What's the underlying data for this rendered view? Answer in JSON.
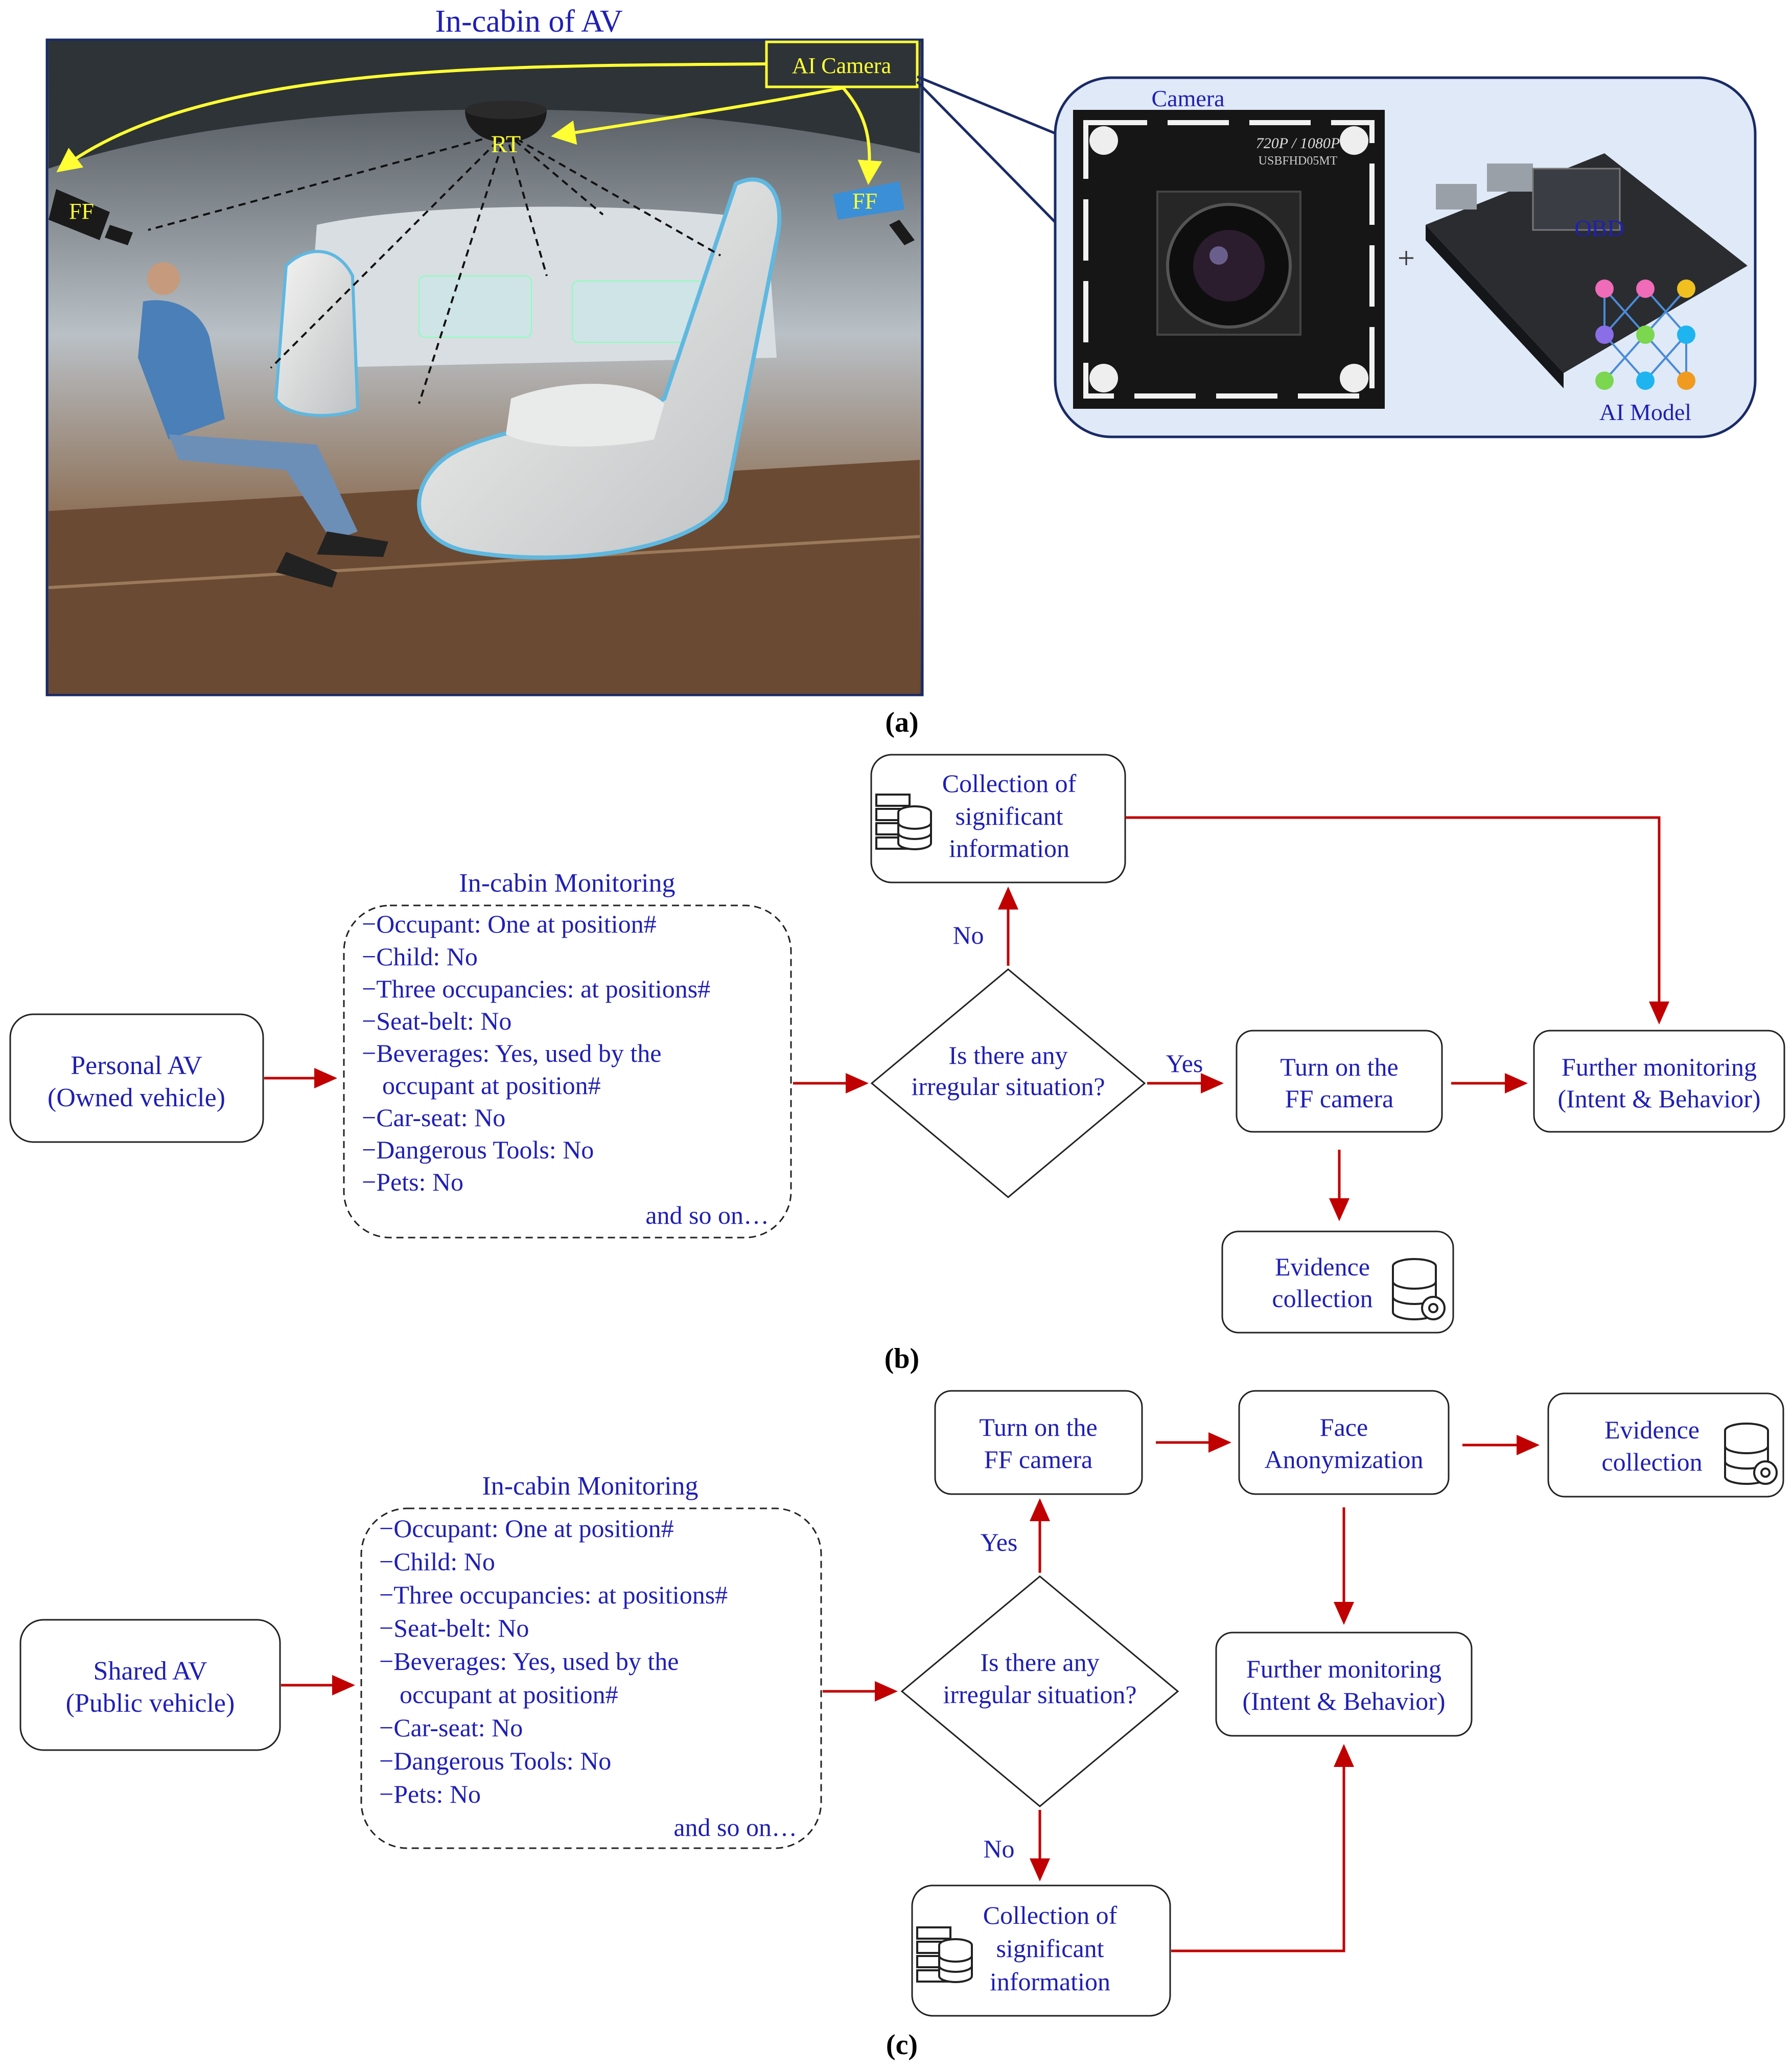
{
  "panel_a": {
    "title": "In-cabin of AV",
    "callout_label": "AI Camera",
    "ff_left": "FF",
    "rt": "RT",
    "ff_right": "FF",
    "camera_label": "Camera",
    "board_label": "OBD",
    "plus": "+",
    "ai_model_label": "AI Model",
    "board_text_1": "720P / 1080P",
    "board_text_2": "USBFHD05MT",
    "caption": "(a)"
  },
  "panel_b": {
    "start": [
      "Personal AV",
      "(Owned vehicle)"
    ],
    "monitor_title": "In-cabin Monitoring",
    "items": [
      "−Occupant: One at position#",
      "−Child: No",
      "−Three occupancies: at positions#",
      "−Seat-belt: No",
      "−Beverages: Yes, used by the",
      "occupant at position#",
      "−Car-seat: No",
      "−Dangerous Tools: No",
      "−Pets: No",
      "and so on…"
    ],
    "decision": [
      "Is there any",
      "irregular situation?"
    ],
    "yes": "Yes",
    "no": "No",
    "collection": [
      "Collection of",
      "significant",
      "information"
    ],
    "turn_on": [
      "Turn on the",
      "FF camera"
    ],
    "further": [
      "Further monitoring",
      "(Intent & Behavior)"
    ],
    "evidence": [
      "Evidence",
      "collection"
    ],
    "caption": "(b)"
  },
  "panel_c": {
    "start": [
      "Shared AV",
      "(Public vehicle)"
    ],
    "monitor_title": "In-cabin Monitoring",
    "items": [
      "−Occupant: One at position#",
      "−Child: No",
      "−Three occupancies: at positions#",
      "−Seat-belt: No",
      "−Beverages: Yes, used by the",
      "occupant at position#",
      "−Car-seat: No",
      "−Dangerous Tools: No",
      "−Pets: No",
      "and so on…"
    ],
    "decision": [
      "Is there any",
      "irregular situation?"
    ],
    "yes": "Yes",
    "no": "No",
    "turn_on": [
      "Turn on the",
      "FF camera"
    ],
    "face": [
      "Face",
      "Anonymization"
    ],
    "evidence": [
      "Evidence",
      "collection"
    ],
    "further": [
      "Further monitoring",
      "(Intent & Behavior)"
    ],
    "collection": [
      "Collection of",
      "significant",
      "information"
    ],
    "caption": "(c)"
  },
  "colors": {
    "text": "#1f1fb4",
    "arrow": "#c00000",
    "callout": "#ffff33",
    "panel_bg": "#dfe9f7"
  }
}
